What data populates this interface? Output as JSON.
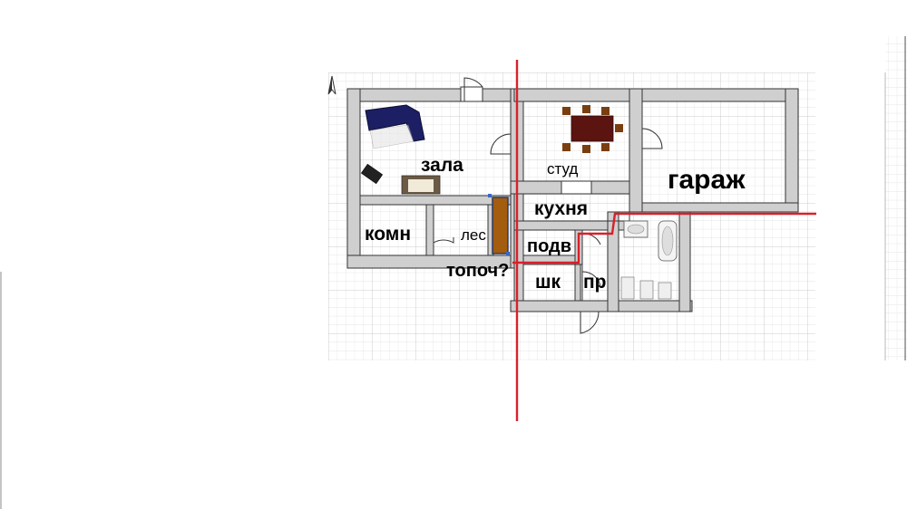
{
  "plan": {
    "rooms": {
      "zala": "зала",
      "stud": "студ",
      "garazh": "гараж",
      "kukhnya": "кухня",
      "komn": "комн",
      "les": "лес",
      "podv": "подв",
      "topoch": "топоч?",
      "shk": "шк",
      "pr": "пр"
    },
    "colors": {
      "wall": "#cfcfcf",
      "wall_edge": "#333333",
      "grid": "#d6d6d6",
      "annotation_line": "#d8202a",
      "sofa": "#1c1f63",
      "table": "#5b1410",
      "chair": "#7a3f10",
      "heater": "#a45c0e"
    },
    "icons": [
      "north-arrow-icon",
      "sofa-icon",
      "armchair-icon",
      "tv-icon",
      "dining-table-icon",
      "bathtub-icon",
      "sink-icon",
      "toilet-icon",
      "door-icon"
    ]
  }
}
